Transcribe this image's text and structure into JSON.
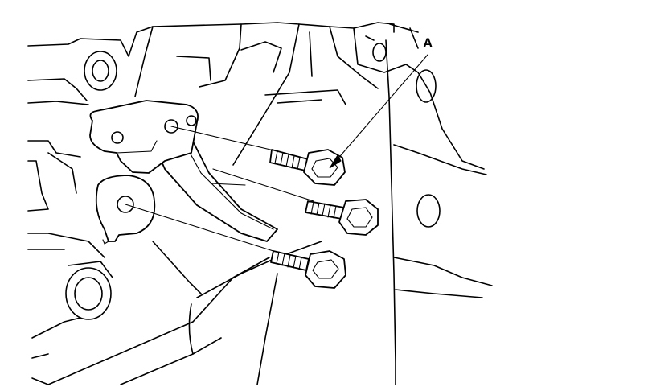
{
  "callouts": {
    "a": {
      "label": "A",
      "target": "top flange bolt"
    }
  },
  "parts": {
    "bolts": [
      "bolt-upper",
      "bolt-middle",
      "bolt-lower"
    ]
  },
  "colors": {
    "line": "#000000",
    "background": "#ffffff"
  }
}
